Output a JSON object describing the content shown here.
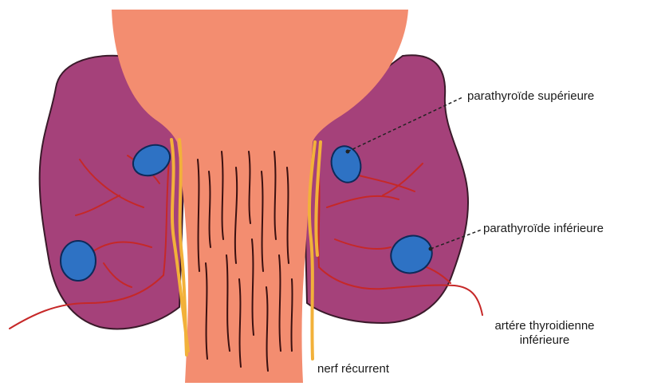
{
  "labels": {
    "parathyroide_superieure": "parathyroïde supérieure",
    "parathyroide_inferieure": "parathyroïde inférieure",
    "artere_line1": "artére thyroidienne",
    "artere_line2": "inférieure",
    "nerf_recurrent": "nerf récurrent"
  },
  "colors": {
    "thyroid_lobe": "#a5417a",
    "thyroid_outline": "#3a1a2a",
    "trachea": "#f38d70",
    "parathyroid": "#2e72c4",
    "artery": "#c62828",
    "nerve": "#f2b13a",
    "trachea_stripes": "#3a1010"
  }
}
